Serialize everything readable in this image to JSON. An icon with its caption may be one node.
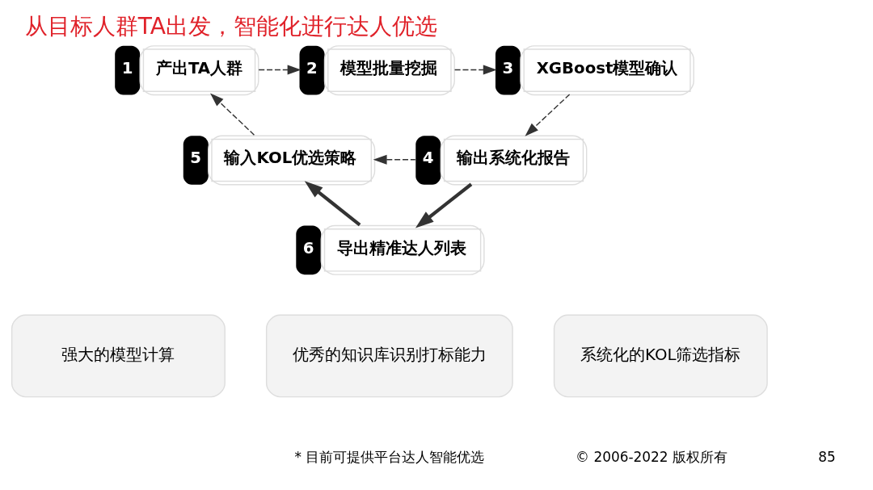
{
  "diagram": {
    "title": "从目标人群TA出发，智能化进行达人优选",
    "nodes": [
      {
        "text": [
          "产出TA人群"
        ],
        "beside": [
          "1"
        ]
      },
      {
        "text": [
          "模型批量挖掘"
        ],
        "beside": [
          "2"
        ]
      },
      {
        "text": [
          "XGBoost模型确认"
        ],
        "beside": [
          "3"
        ]
      },
      {
        "text": [
          "输出系统化报告"
        ],
        "beside": [
          "4"
        ]
      },
      {
        "text": [
          "输入KOL优选策略"
        ],
        "beside": [
          "5"
        ]
      },
      {
        "text": [
          "导出精准达人列表"
        ],
        "beside": [
          "6"
        ]
      },
      {
        "text": [
          "强大的模型计算"
        ]
      },
      {
        "text": [
          "优秀的知识库识别打标能力"
        ]
      },
      {
        "text": [
          "系统化的KOL筛选指标"
        ]
      }
    ],
    "edges": [
      {
        "from": 0,
        "to": 1,
        "arrow": "to",
        "style": "dashed"
      },
      {
        "from": 1,
        "to": 2,
        "arrow": "to",
        "style": "dashed"
      },
      {
        "from": 2,
        "to": 3,
        "arrow": "to",
        "style": "dashed"
      },
      {
        "from": 3,
        "to": 4,
        "arrow": "to",
        "style": "dashed"
      },
      {
        "from": 4,
        "to": 0,
        "arrow": "to",
        "style": "dashed"
      },
      {
        "from": 5,
        "to": 4,
        "arrow": "to",
        "style": "thick"
      },
      {
        "from": 3,
        "to": 5,
        "arrow": "to",
        "style": "thick"
      }
    ],
    "labels": [
      "* 目前可提供平台达人智能优选",
      "© 2006-2022 版权所有",
      "85"
    ]
  }
}
